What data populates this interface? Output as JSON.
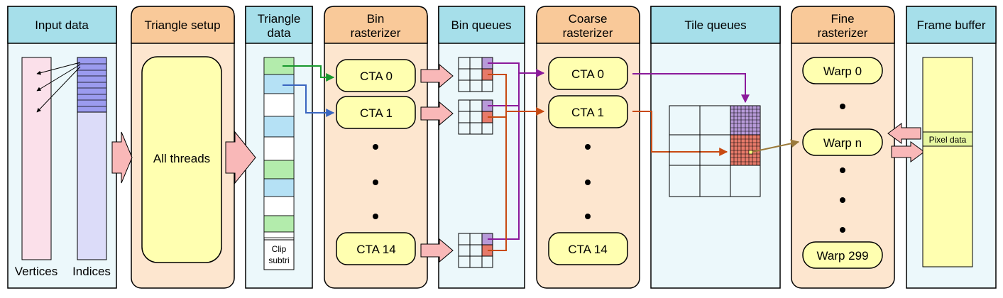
{
  "stages": {
    "input_data": "Input data",
    "triangle_setup": "Triangle setup",
    "triangle_data_1": "Triangle",
    "triangle_data_2": "data",
    "bin_rasterizer_1": "Bin",
    "bin_rasterizer_2": "rasterizer",
    "bin_queues": "Bin queues",
    "coarse_rasterizer_1": "Coarse",
    "coarse_rasterizer_2": "rasterizer",
    "tile_queues": "Tile queues",
    "fine_rasterizer_1": "Fine",
    "fine_rasterizer_2": "rasterizer",
    "frame_buffer": "Frame buffer"
  },
  "labels": {
    "vertices": "Vertices",
    "indices": "Indices",
    "all_threads": "All threads",
    "clip_1": "Clip",
    "clip_2": "subtri",
    "bin_cta_0": "CTA 0",
    "bin_cta_1": "CTA 1",
    "bin_cta_14": "CTA 14",
    "coarse_cta_0": "CTA 0",
    "coarse_cta_1": "CTA 1",
    "coarse_cta_14": "CTA 14",
    "warp_0": "Warp 0",
    "warp_n": "Warp n",
    "warp_299": "Warp 299",
    "pixel_data": "Pixel data"
  },
  "colors": {
    "header_blue": "#a6dfea",
    "header_orange": "#f9c999",
    "body_blue": "#ecf8fb",
    "body_orange": "#fde6cf",
    "cta_fill": "#ffffb0",
    "arrow_pink": "#f9b8b8",
    "green": "#17982d",
    "blue": "#3a66c0",
    "purple": "#8b1a9b",
    "orange": "#c84a12",
    "brown": "#9b7a3a",
    "cell_purple": "#b79ad8",
    "cell_red": "#e77a6a",
    "tri_green": "#b3ecac",
    "tri_blue": "#b5e1f5",
    "vertex_pink": "#fbe0ea",
    "index_lavender": "#dcdcf9",
    "index_band": "#9b9bef"
  }
}
